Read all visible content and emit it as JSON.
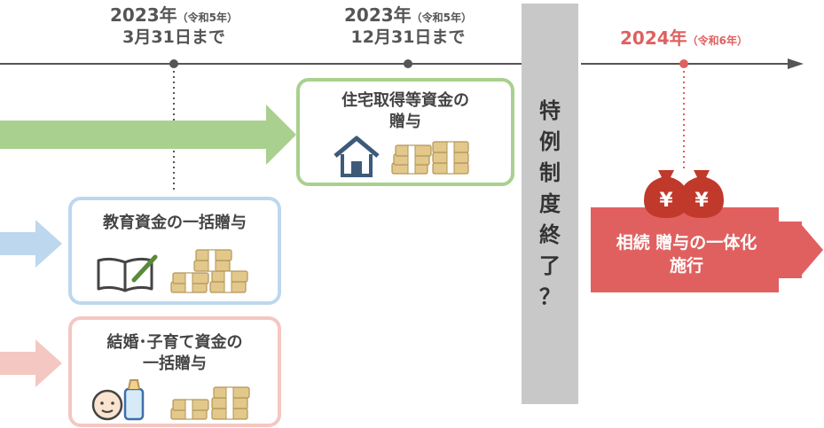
{
  "timeline": {
    "date1": {
      "year": "2023年",
      "era": "（令和5年）",
      "day": "3月31日まで"
    },
    "date2": {
      "year": "2023年",
      "era": "（令和5年）",
      "day": "12月31日まで"
    },
    "date3": {
      "year": "2024年",
      "era": "（令和6年）"
    }
  },
  "housing": {
    "title_line1": "住宅取得等資金の",
    "title_line2": "贈与"
  },
  "education": {
    "title": "教育資金の一括贈与"
  },
  "marriage": {
    "title_line1": "結婚･子育て資金の",
    "title_line2": "一括贈与"
  },
  "special_end": {
    "chars": [
      "特",
      "例",
      "制",
      "度",
      "終",
      "了",
      "？"
    ]
  },
  "integration": {
    "line1": "相続 贈与の一体化",
    "line2": "施行",
    "money_symbol": "¥"
  },
  "colors": {
    "green": "#a9d08e",
    "blue": "#bdd7ee",
    "pink": "#f4c7c3",
    "red": "#e06060",
    "gray": "#c8c8c8",
    "line": "#555555"
  }
}
